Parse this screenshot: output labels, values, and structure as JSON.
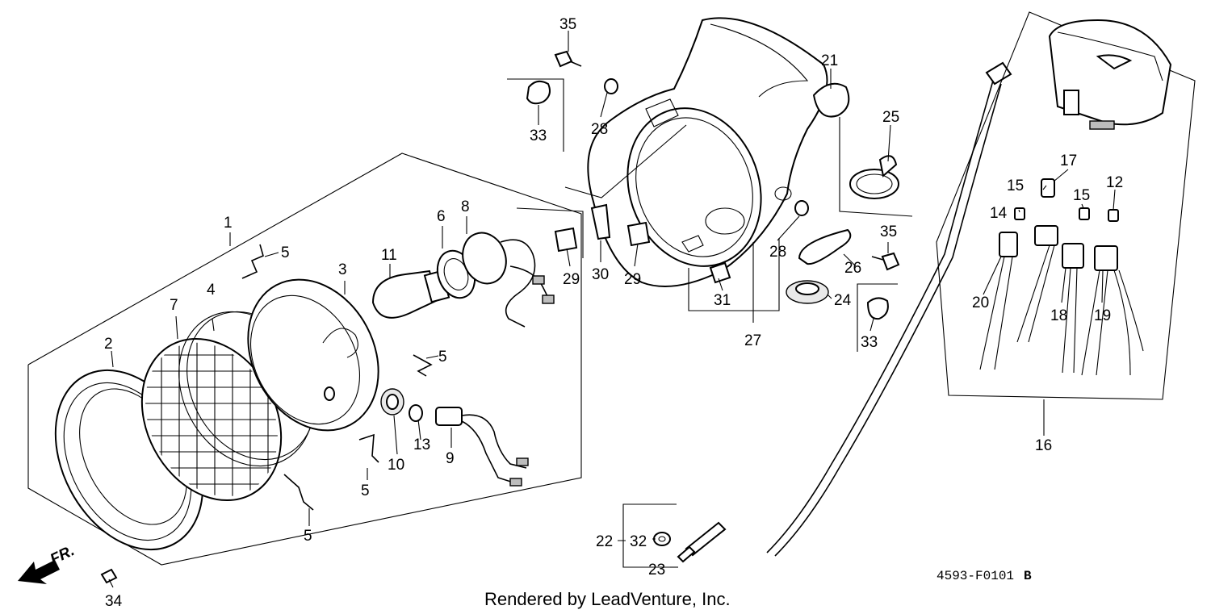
{
  "callouts": {
    "c1": "1",
    "c2": "2",
    "c3": "3",
    "c4": "4",
    "c5a": "5",
    "c5b": "5",
    "c5c": "5",
    "c5d": "5",
    "c6": "6",
    "c7": "7",
    "c8": "8",
    "c9": "9",
    "c10": "10",
    "c11": "11",
    "c12": "12",
    "c13": "13",
    "c14": "14",
    "c15a": "15",
    "c15b": "15",
    "c16": "16",
    "c17": "17",
    "c18": "18",
    "c19": "19",
    "c20": "20",
    "c21": "21",
    "c22": "22",
    "c23": "23",
    "c24": "24",
    "c25": "25",
    "c26": "26",
    "c27": "27",
    "c28a": "28",
    "c28b": "28",
    "c29a": "29",
    "c29b": "29",
    "c30": "30",
    "c31": "31",
    "c32": "32",
    "c33a": "33",
    "c33b": "33",
    "c34": "34",
    "c35a": "35",
    "c35b": "35"
  },
  "direction_label": "FR.",
  "diagram_code": "4593-F0101",
  "diagram_rev": "B",
  "footer": "Rendered by LeadVenture, Inc."
}
